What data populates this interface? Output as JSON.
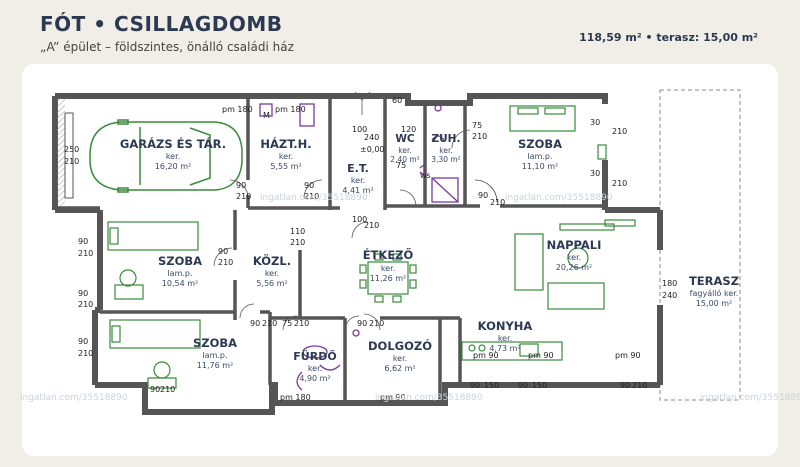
{
  "header": {
    "title": "FÓT • CSILLAGDOMB",
    "subtitle": "„A” épület – földszintes, önálló családi ház",
    "area": "118,59 m²  •  terasz: 15,00 m²"
  },
  "rooms": {
    "garage": {
      "name": "GARÁZS ÉS TÁR.",
      "floor": "ker.",
      "area": "16,20 m²"
    },
    "utility": {
      "name": "HÁZT.H.",
      "floor": "ker.",
      "area": "5,55 m²"
    },
    "entry": {
      "name": "E.T.",
      "floor": "ker.",
      "area": "4,41 m²"
    },
    "wc": {
      "name": "WC",
      "floor": "ker.",
      "area": "2,40 m²"
    },
    "shower": {
      "name": "ZUH.",
      "floor": "ker.",
      "area": "3,30 m²"
    },
    "bedroom_ne": {
      "name": "SZOBA",
      "floor": "lam.p.",
      "area": "11,10 m²"
    },
    "bedroom_w": {
      "name": "SZOBA",
      "floor": "lam.p.",
      "area": "10,54 m²"
    },
    "hall": {
      "name": "KÖZL.",
      "floor": "ker.",
      "area": "5,56 m²"
    },
    "dining": {
      "name": "ÉTKEZŐ",
      "floor": "ker.",
      "area": "11,26 m²"
    },
    "living": {
      "name": "NAPPALI",
      "floor": "ker.",
      "area": "20,26 m²"
    },
    "terrace": {
      "name": "TERASZ",
      "floor": "fagyálló ker.",
      "area": "15,00 m²"
    },
    "kitchen": {
      "name": "KONYHA",
      "floor": "ker.",
      "area": "4,73 m²"
    },
    "bedroom_sw": {
      "name": "SZOBA",
      "floor": "lam.p.",
      "area": "11,76 m²"
    },
    "bathroom": {
      "name": "FÜRDŐ",
      "floor": "ker.",
      "area": "4,90 m²"
    },
    "study": {
      "name": "DOLGOZÓ",
      "floor": "ker.",
      "area": "6,62 m²"
    }
  },
  "labels": {
    "pm180": "pm 180",
    "pm90": "pm 90",
    "level": "±0,00",
    "d90": "90",
    "d75": "75",
    "d100": "100",
    "d110": "110",
    "d150": "150",
    "d180": "180",
    "d210": "210",
    "d240": "240",
    "d250": "250",
    "d30": "30",
    "d60": "60",
    "d120": "120",
    "ws": "ws",
    "m": "M"
  },
  "watermark": "ingatlan.com/35518890",
  "colors": {
    "wall": "#555555",
    "text": "#2b3a52",
    "furniture": "#3a8a3a",
    "fixture": "#7a3a9a"
  }
}
